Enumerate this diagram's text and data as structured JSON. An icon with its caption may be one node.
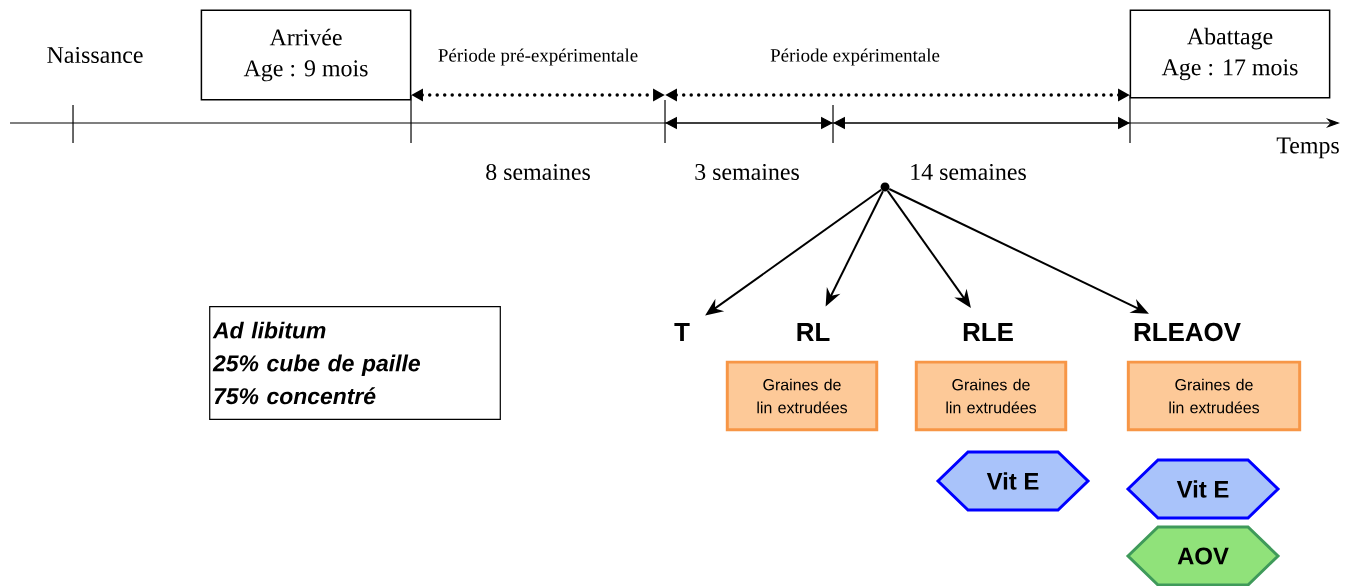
{
  "diagram": {
    "nodes": [
      {
        "text": [
          "Arrivée",
          "Age : 9 mois"
        ]
      },
      {
        "text": [
          "Abattage",
          "Age : 17 mois"
        ]
      },
      {
        "text": [],
        "shape": "circle"
      },
      {
        "text": [
          "Ad libitum",
          "25% cube de paille",
          "75% concentré"
        ]
      },
      {
        "text": [
          "T"
        ]
      },
      {
        "text": [
          "RL"
        ]
      },
      {
        "text": [
          "RLE"
        ]
      },
      {
        "text": [
          "RLEAOV"
        ]
      },
      {
        "text": [
          "Graines de lin extrudées"
        ]
      },
      {
        "text": [
          "Graines de lin extrudées"
        ]
      },
      {
        "text": [
          "Graines de lin extrudées"
        ]
      },
      {
        "text": [
          "Vit E"
        ]
      },
      {
        "text": [
          "Vit E"
        ]
      },
      {
        "text": [
          "AOV"
        ]
      }
    ],
    "edges": [
      {
        "from": 2,
        "to": 4,
        "arrow": "to"
      },
      {
        "from": 2,
        "to": 5,
        "arrow": "to"
      },
      {
        "from": 2,
        "to": 6,
        "arrow": "to"
      },
      {
        "from": 2,
        "to": 7,
        "arrow": "to"
      }
    ],
    "labels": [
      "Naissance",
      "Période pré-expérimentale",
      "Période expérimentale",
      "Temps",
      "8 semaines",
      "3 semaines",
      "14 semaines"
    ]
  }
}
